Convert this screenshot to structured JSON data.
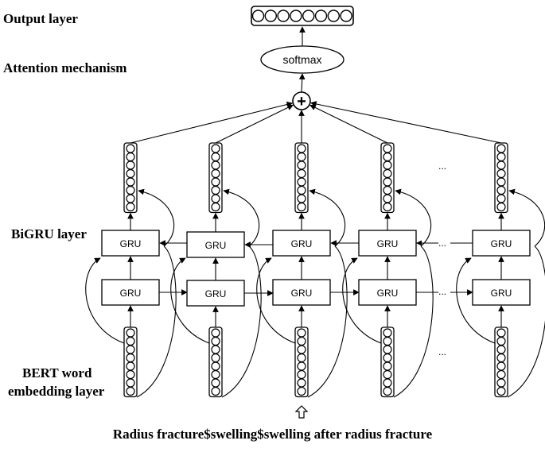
{
  "labels": {
    "output_layer": "Output layer",
    "attention_mechanism": "Attention mechanism",
    "bigru_layer": "BiGRU layer",
    "bert_line1": "BERT word",
    "bert_line2": "embedding layer"
  },
  "nodes": {
    "softmax": "softmax",
    "sum_symbol": "+",
    "gru": "GRU",
    "ellipsis": "..."
  },
  "input_text": "Radius fracture$swelling$swelling after radius fracture",
  "colors": {
    "stroke": "#000000",
    "background": "#ffffff"
  }
}
